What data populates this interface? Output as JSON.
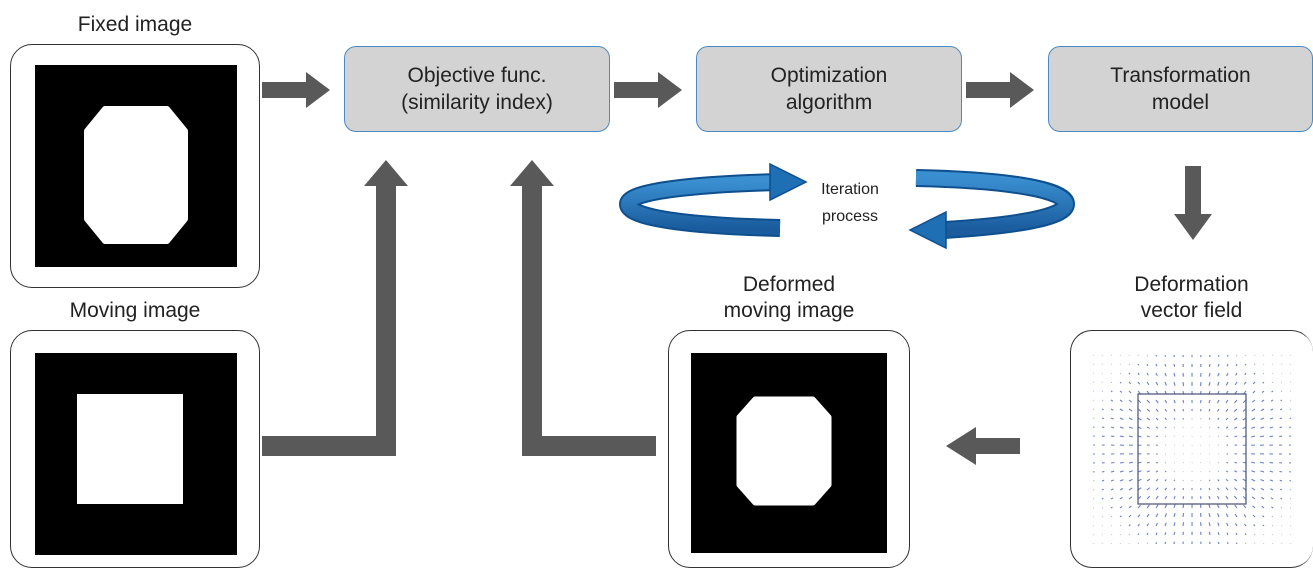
{
  "fixed_image": {
    "label": "Fixed image"
  },
  "moving_image": {
    "label": "Moving image"
  },
  "deformed_image": {
    "label": "Deformed\nmoving image"
  },
  "deformation_field": {
    "label": "Deformation\nvector field"
  },
  "steps": {
    "objective": "Objective func.\n(similarity index)",
    "optimization": "Optimization\nalgorithm",
    "transformation": "Transformation\nmodel"
  },
  "iteration": {
    "label": "Iteration\nprocess"
  },
  "colors": {
    "arrow": "#595959",
    "box_fill": "#d3d3d3",
    "box_border": "#4a8ac4",
    "iteration_arrow": "#1f6fb4",
    "vector": "#6b7fc4"
  }
}
